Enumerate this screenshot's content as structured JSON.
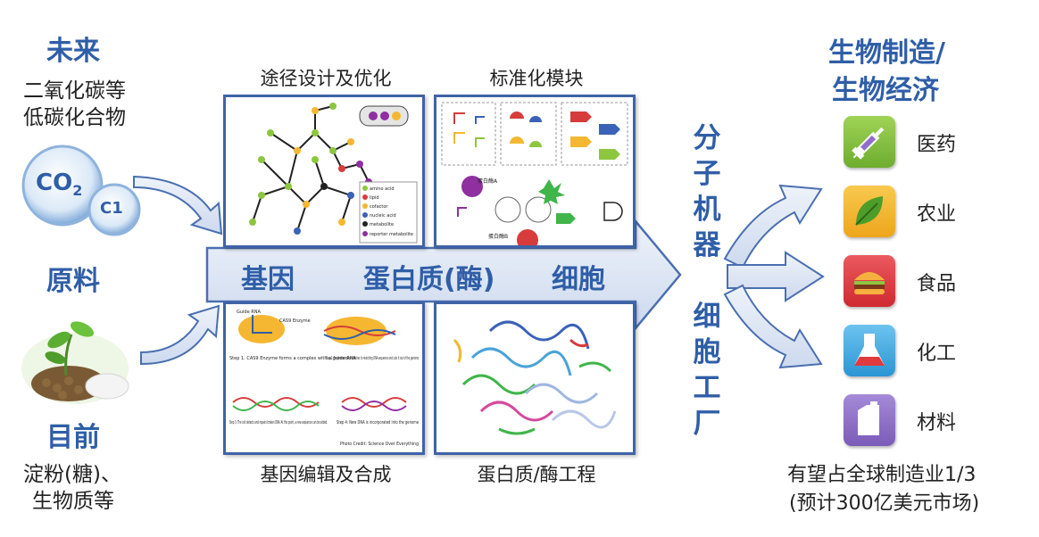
{
  "left": {
    "future_title": "未来",
    "future_line1": "二氧化碳等",
    "future_line2": "低碳化合物",
    "co2_text": "CO",
    "co2_sub": "2",
    "c1_text": "C1",
    "raw_title": "原料",
    "current_title": "目前",
    "current_line1": "淀粉(糖)、",
    "current_line2": "生物质等"
  },
  "panels": {
    "pathway_caption": "途径设计及优化",
    "modules_caption": "标准化模块",
    "gene_edit_caption": "基因编辑及合成",
    "protein_caption": "蛋白质/酶工程"
  },
  "panel_inner": {
    "legend": [
      "amino acid",
      "lipid",
      "cofactor",
      "nucleic acid",
      "metabolite",
      "reporter metabolite"
    ],
    "protein_a": "蛋白酶A",
    "protein_b": "蛋白酶B",
    "step1": "Step 1. CAS9 Enzyme forms a complex with a guide RNA",
    "step2": "Step 2: Enzyme complex attaches to matching DNA sequence and cuts it out of the genome",
    "step3": "Step 3: The cell detects and repairs broken DNA. At this point, a new sequence can be added.",
    "step4": "Step 4: New DNA is incorporated into the genome",
    "guide_rna": "Guide RNA",
    "cas9": "CAS9 Enzyme",
    "credit": "Photo Credit: Science Over Everything"
  },
  "arrow_labels": [
    "基因",
    "蛋白质(酶)",
    "细胞"
  ],
  "center_vertical": {
    "upper": [
      "分",
      "子",
      "机",
      "器"
    ],
    "lower": [
      "细",
      "胞",
      "工",
      "厂"
    ]
  },
  "right": {
    "title_line1": "生物制造/",
    "title_line2": "生物经济",
    "apps": [
      {
        "label": "医药",
        "icon": "syringe-icon",
        "color": "#8dc63f"
      },
      {
        "label": "农业",
        "icon": "leaf-icon",
        "color": "#f5b731"
      },
      {
        "label": "食品",
        "icon": "burger-icon",
        "color": "#e0393e"
      },
      {
        "label": "化工",
        "icon": "flask-icon",
        "color": "#3da9e0"
      },
      {
        "label": "材料",
        "icon": "container-icon",
        "color": "#8f6fc9"
      }
    ],
    "footer_line1": "有望占全球制造业1/3",
    "footer_line2": "(预计300亿美元市场)"
  },
  "colors": {
    "title_blue": "#2f5ea8",
    "panel_border": "#3f63a8",
    "arrow_fill": "#dce6f4",
    "arrow_stroke": "#4a6fb0"
  }
}
